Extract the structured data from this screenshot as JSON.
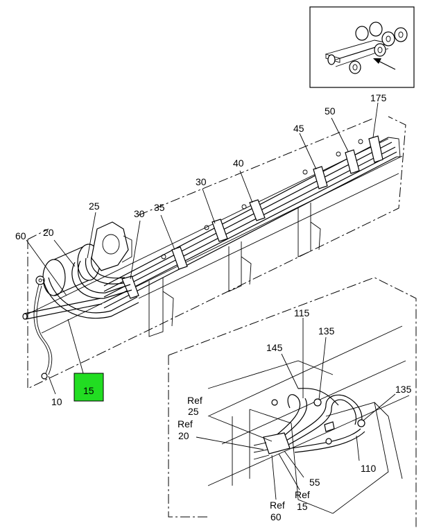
{
  "callouts": {
    "c175": "175",
    "c50": "50",
    "c45": "45",
    "c40": "40",
    "c30a": "30",
    "c35": "35",
    "c30b": "30",
    "c25": "25",
    "c20": "20",
    "c60": "60",
    "c10": "10",
    "c15": "15",
    "c115": "115",
    "c135a": "135",
    "c145": "145",
    "c135b": "135",
    "c110": "110",
    "c55": "55",
    "ref_label": "Ref",
    "ref25": "25",
    "ref20": "20",
    "ref15": "15",
    "ref60": "60"
  },
  "colors": {
    "highlight": "#22dd22",
    "line": "#000000"
  }
}
